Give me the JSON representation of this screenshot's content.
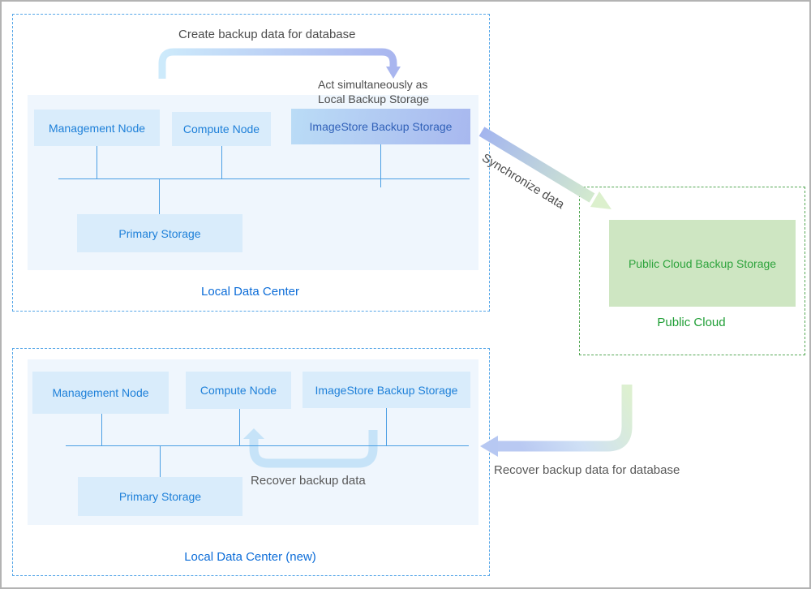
{
  "top_datacenter": {
    "label": "Local Data Center",
    "nodes": {
      "management": "Management Node",
      "compute": "Compute Node",
      "imagestore": "ImageStore Backup Storage",
      "primary": "Primary Storage"
    }
  },
  "new_datacenter": {
    "label": "Local Data Center (new)",
    "nodes": {
      "management": "Management Node",
      "compute": "Compute Node",
      "imagestore": "ImageStore Backup Storage",
      "primary": "Primary Storage"
    }
  },
  "public_cloud": {
    "label": "Public Cloud",
    "storage": "Public Cloud Backup Storage"
  },
  "annotations": {
    "create_backup": "Create backup data for database",
    "act_line1": "Act simultaneously as",
    "act_line2": "Local Backup Storage",
    "synchronize": "Synchronize data",
    "recover_local": "Recover backup data",
    "recover_remote": "Recover backup data for database"
  },
  "colors": {
    "dashed_blue_border": "#55a6e8",
    "dashed_green_border": "#55a855",
    "container_fill": "#eff6fd",
    "node_fill": "#d9ecfb",
    "node_text": "#1e80d9",
    "imagestore_gradient_start": "#badcf6",
    "imagestore_gradient_end": "#a8b8ef",
    "imagestore_text": "#3060b8",
    "datacenter_label_text": "#0b6cd8",
    "cloud_fill": "#cee6c2",
    "cloud_text": "#2da33c",
    "cloud_label_text": "#1f9e35",
    "annotation_text": "#4d4d4d",
    "connector_line": "#4b9fe4",
    "arrow_blue_start": "#cdeafb",
    "arrow_blue_end": "#a9b6ef",
    "arrow_green": "#d7eecb",
    "arrow_light_blue": "#c6e3f8"
  }
}
